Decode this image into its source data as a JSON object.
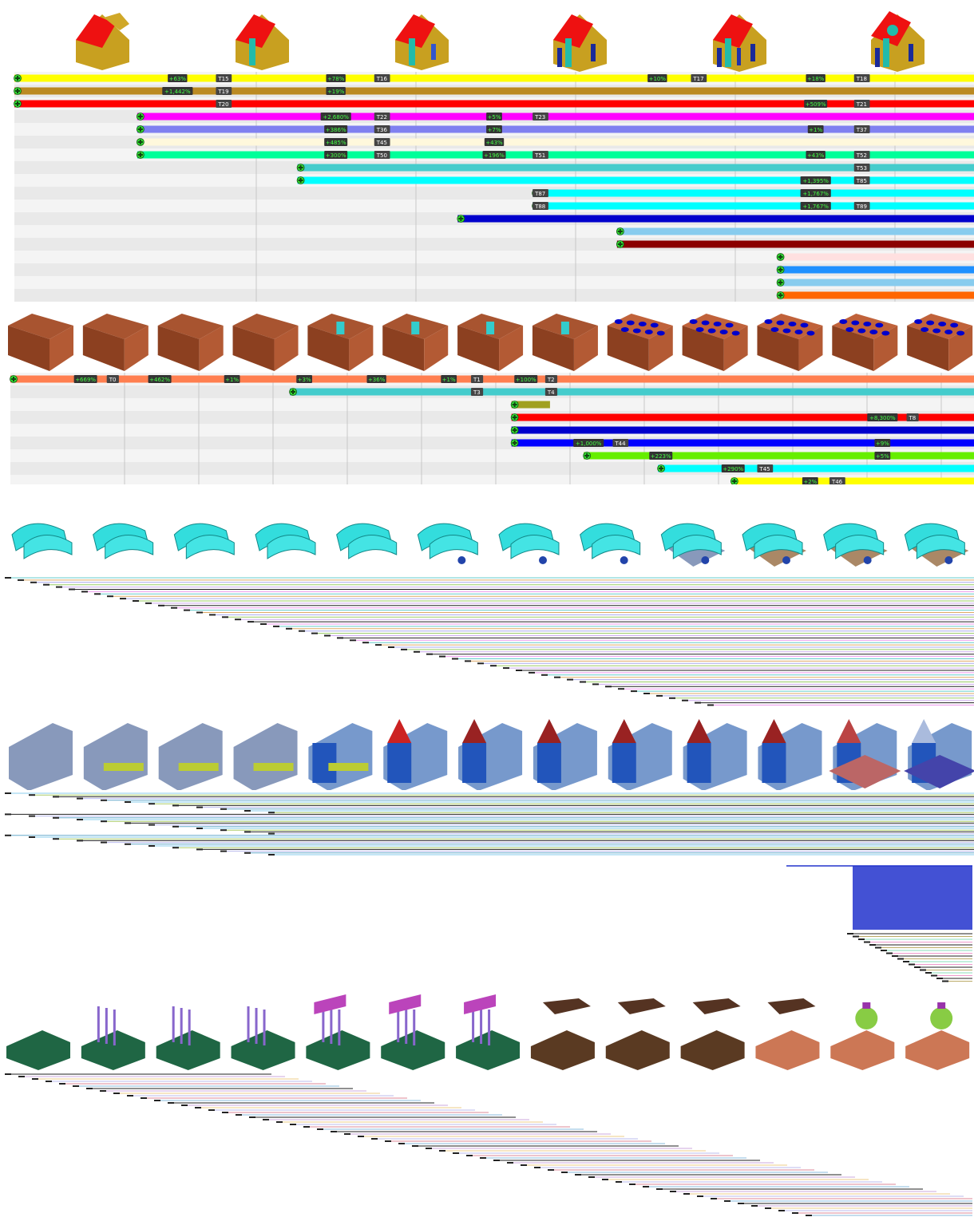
{
  "panel1": {
    "thumbs": 6,
    "lanes": [
      {
        "color": "#ffff00",
        "start": 0,
        "labels": [
          {
            "t": "+63%",
            "x": 0.17,
            "g": 1
          },
          {
            "t": "T15",
            "x": 0.21,
            "g": 0
          },
          {
            "t": "+78%",
            "x": 0.335,
            "g": 1
          },
          {
            "t": "T16",
            "x": 0.375,
            "g": 0
          },
          {
            "t": "+10%",
            "x": 0.67,
            "g": 1
          },
          {
            "t": "T17",
            "x": 0.705,
            "g": 0
          },
          {
            "t": "+18%",
            "x": 0.835,
            "g": 1
          },
          {
            "t": "T18",
            "x": 0.875,
            "g": 0
          }
        ]
      },
      {
        "color": "#bb8a22",
        "start": 0,
        "labels": [
          {
            "t": "+1,442%",
            "x": 0.17,
            "g": 1
          },
          {
            "t": "T19",
            "x": 0.21,
            "g": 0
          },
          {
            "t": "+19%",
            "x": 0.335,
            "g": 1
          }
        ]
      },
      {
        "color": "#ff0000",
        "start": 0,
        "labels": [
          {
            "t": "T20",
            "x": 0.21,
            "g": 0
          },
          {
            "t": "+509%",
            "x": 0.835,
            "g": 1
          },
          {
            "t": "T21",
            "x": 0.875,
            "g": 0
          }
        ]
      },
      {
        "color": "#ff00ff",
        "start": 0.128,
        "labels": [
          {
            "t": "+2,680%",
            "x": 0.335,
            "g": 1
          },
          {
            "t": "T22",
            "x": 0.375,
            "g": 0
          },
          {
            "t": "+5%",
            "x": 0.5,
            "g": 1
          },
          {
            "t": "T23",
            "x": 0.54,
            "g": 0
          }
        ]
      },
      {
        "color": "#8080f0",
        "start": 0.128,
        "labels": [
          {
            "t": "+386%",
            "x": 0.335,
            "g": 1
          },
          {
            "t": "T36",
            "x": 0.375,
            "g": 0
          },
          {
            "t": "+7%",
            "x": 0.5,
            "g": 1
          },
          {
            "t": "+1%",
            "x": 0.835,
            "g": 1
          },
          {
            "t": "T37",
            "x": 0.875,
            "g": 0
          }
        ]
      },
      {
        "color": "#fff8dc",
        "start": 0.128,
        "labels": [
          {
            "t": "+485%",
            "x": 0.335,
            "g": 1
          },
          {
            "t": "T45",
            "x": 0.375,
            "g": 0
          },
          {
            "t": "+43%",
            "x": 0.5,
            "g": 1
          }
        ]
      },
      {
        "color": "#00ff99",
        "start": 0.128,
        "labels": [
          {
            "t": "+300%",
            "x": 0.335,
            "g": 1
          },
          {
            "t": "T50",
            "x": 0.375,
            "g": 0
          },
          {
            "t": "+196%",
            "x": 0.5,
            "g": 1
          },
          {
            "t": "T51",
            "x": 0.54,
            "g": 0
          },
          {
            "t": "+43%",
            "x": 0.835,
            "g": 1
          },
          {
            "t": "T52",
            "x": 0.875,
            "g": 0
          }
        ]
      },
      {
        "color": "#44cccc",
        "start": 0.295,
        "labels": [
          {
            "t": "T53",
            "x": 0.875,
            "g": 0
          }
        ]
      },
      {
        "color": "#00ffff",
        "start": 0.295,
        "labels": [
          {
            "t": "+1,395%",
            "x": 0.835,
            "g": 1
          },
          {
            "t": "T85",
            "x": 0.875,
            "g": 0
          }
        ]
      },
      {
        "color": "#00ffff",
        "start": 0.54,
        "labels": [
          {
            "t": "T87",
            "x": 0.54,
            "g": 0
          },
          {
            "t": "+1,767%",
            "x": 0.835,
            "g": 1
          }
        ]
      },
      {
        "color": "#00ffff",
        "start": 0.54,
        "labels": [
          {
            "t": "T88",
            "x": 0.54,
            "g": 0
          },
          {
            "t": "+1,767%",
            "x": 0.835,
            "g": 1
          },
          {
            "t": "T89",
            "x": 0.875,
            "g": 0
          }
        ]
      },
      {
        "color": "#0000cc",
        "start": 0.462,
        "labels": []
      },
      {
        "color": "#88ccee",
        "start": 0.628,
        "labels": []
      },
      {
        "color": "#8b0000",
        "start": 0.628,
        "labels": []
      },
      {
        "color": "#ffe0e0",
        "start": 0.795,
        "labels": []
      },
      {
        "color": "#1e90ff",
        "start": 0.795,
        "labels": []
      },
      {
        "color": "#88ccee",
        "start": 0.795,
        "labels": []
      },
      {
        "color": "#ff6600",
        "start": 0.795,
        "labels": []
      }
    ]
  },
  "panel2": {
    "thumbs": 13,
    "lanes": [
      {
        "color": "#ff7f50",
        "start": 0,
        "labels": [
          {
            "t": "+669%",
            "x": 0.078,
            "g": 1
          },
          {
            "t": "T0",
            "x": 0.1,
            "g": 0
          },
          {
            "t": "+462%",
            "x": 0.155,
            "g": 1
          },
          {
            "t": "+1%",
            "x": 0.23,
            "g": 1
          },
          {
            "t": "+3%",
            "x": 0.305,
            "g": 1
          },
          {
            "t": "+36%",
            "x": 0.38,
            "g": 1
          },
          {
            "t": "+1%",
            "x": 0.455,
            "g": 1
          },
          {
            "t": "T1",
            "x": 0.478,
            "g": 0
          },
          {
            "t": "+100%",
            "x": 0.535,
            "g": 1
          },
          {
            "t": "T2",
            "x": 0.555,
            "g": 0
          }
        ]
      },
      {
        "color": "#44cccc",
        "start": 0.29,
        "labels": [
          {
            "t": "T3",
            "x": 0.478,
            "g": 0
          },
          {
            "t": "T4",
            "x": 0.555,
            "g": 0
          }
        ]
      },
      {
        "color": "#a0a020",
        "start": 0.52,
        "end": 0.56,
        "labels": []
      },
      {
        "color": "#ff0000",
        "start": 0.52,
        "labels": [
          {
            "t": "+8,300%",
            "x": 0.905,
            "g": 1
          },
          {
            "t": "T8",
            "x": 0.93,
            "g": 0
          }
        ]
      },
      {
        "color": "#0000cc",
        "start": 0.52,
        "labels": []
      },
      {
        "color": "#0000ff",
        "start": 0.52,
        "labels": [
          {
            "t": "+1,000%",
            "x": 0.6,
            "g": 1
          },
          {
            "t": "T44",
            "x": 0.625,
            "g": 0
          },
          {
            "t": "+9%",
            "x": 0.905,
            "g": 1
          }
        ]
      },
      {
        "color": "#66ee00",
        "start": 0.595,
        "labels": [
          {
            "t": "+223%",
            "x": 0.675,
            "g": 1
          },
          {
            "t": "+5%",
            "x": 0.905,
            "g": 1
          }
        ]
      },
      {
        "color": "#00ffff",
        "start": 0.672,
        "labels": [
          {
            "t": "+290%",
            "x": 0.75,
            "g": 1
          },
          {
            "t": "T45",
            "x": 0.775,
            "g": 0
          }
        ]
      },
      {
        "color": "#ffff00",
        "start": 0.748,
        "labels": [
          {
            "t": "+2%",
            "x": 0.83,
            "g": 1
          },
          {
            "t": "T46",
            "x": 0.85,
            "g": 0
          }
        ]
      }
    ]
  },
  "panel3": {
    "thumbs": 12
  },
  "panel4": {
    "thumbs": 13
  },
  "panel5": {
    "thumbs": 13
  }
}
